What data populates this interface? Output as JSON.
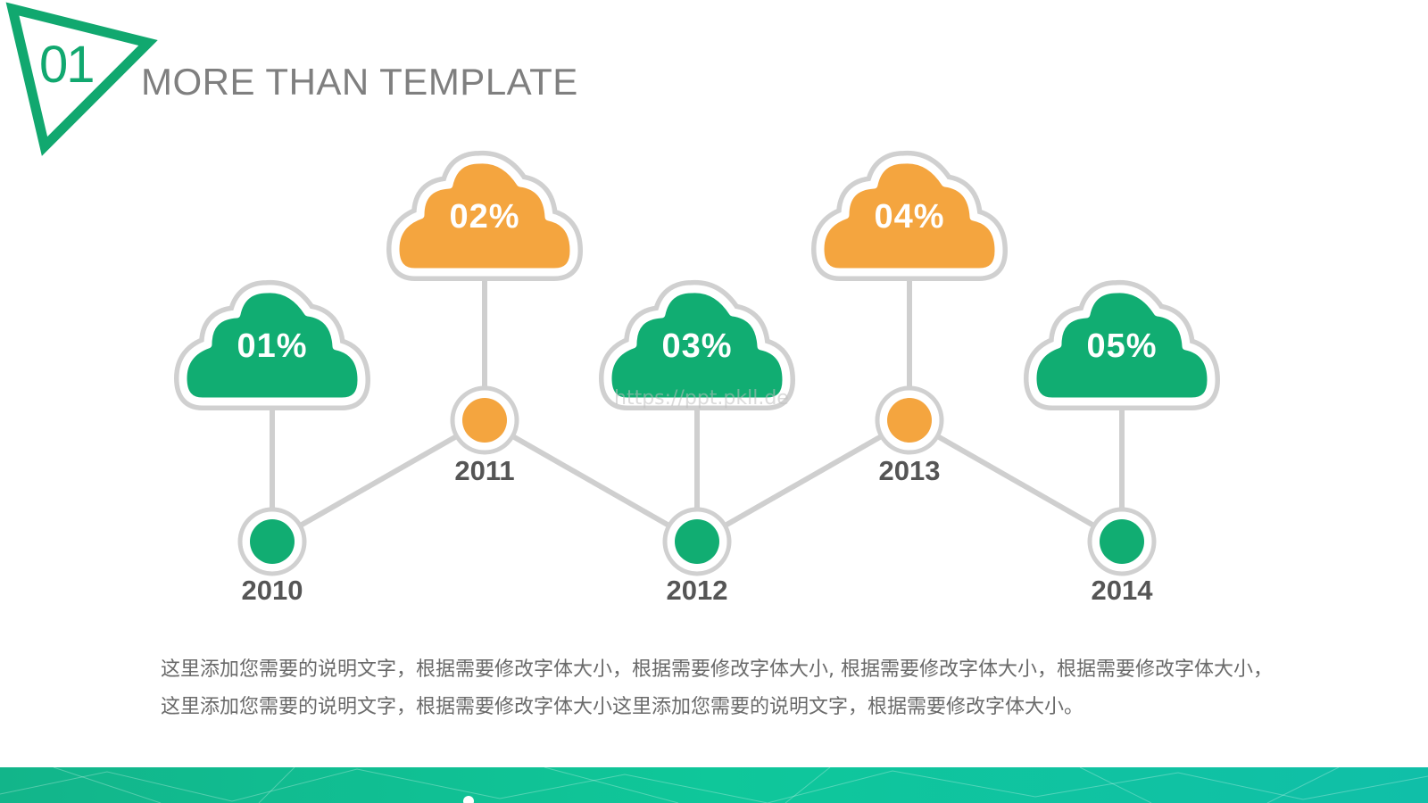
{
  "header": {
    "section_number": "01",
    "title": "MORE THAN TEMPLATE",
    "accent_color": "#11a86f"
  },
  "timeline": {
    "colors": {
      "green": "#11ad72",
      "orange": "#f4a53f",
      "outline": "#cfcfcf"
    },
    "milestones": [
      {
        "year": "2010",
        "percent": "01%",
        "color": "green",
        "level": "low"
      },
      {
        "year": "2011",
        "percent": "02%",
        "color": "orange",
        "level": "high"
      },
      {
        "year": "2012",
        "percent": "03%",
        "color": "green",
        "level": "low"
      },
      {
        "year": "2013",
        "percent": "04%",
        "color": "orange",
        "level": "high"
      },
      {
        "year": "2014",
        "percent": "05%",
        "color": "green",
        "level": "low"
      }
    ]
  },
  "watermark": "https://ppt.pkll.de",
  "description": {
    "line1": "这里添加您需要的说明文字，根据需要修改字体大小，根据需要修改字体大小, 根据需要修改字体大小，根据需要修改字体大小，",
    "line2": "这里添加您需要的说明文字，根据需要修改字体大小这里添加您需要的说明文字，根据需要修改字体大小。"
  },
  "footer": {
    "gradient_from": "#12b58a",
    "gradient_to": "#10c6a4"
  }
}
